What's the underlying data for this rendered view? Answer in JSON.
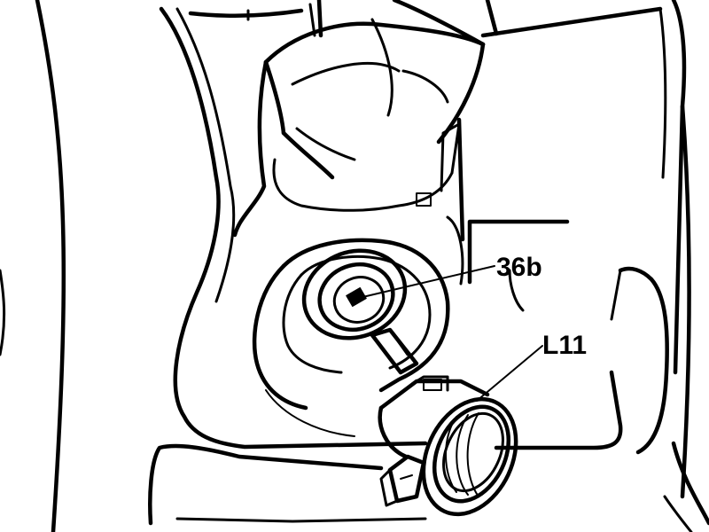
{
  "callouts": [
    {
      "id": "36b",
      "text": "36b"
    },
    {
      "id": "l11",
      "text": "L11"
    }
  ],
  "colors": {
    "line": "#000000",
    "background": "#ffffff"
  }
}
